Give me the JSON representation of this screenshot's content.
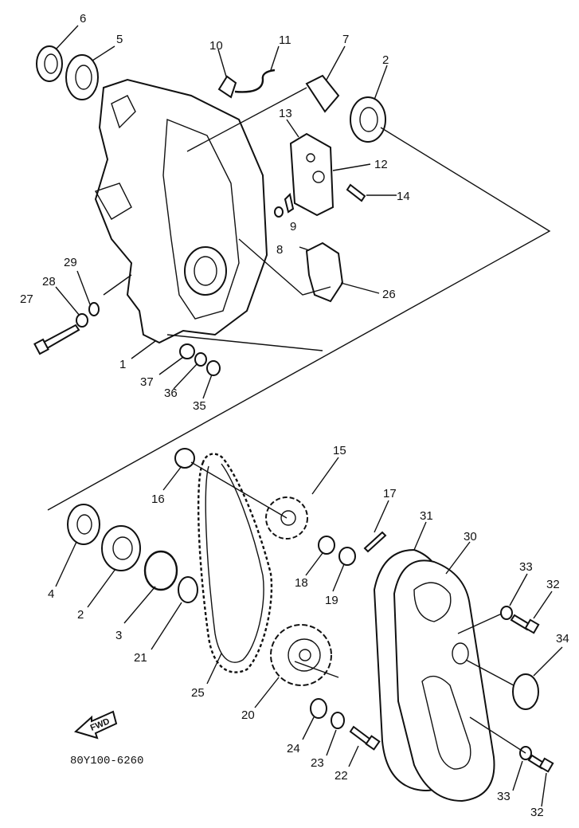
{
  "diagram": {
    "part_labels": [
      {
        "key": "p6",
        "text": "6"
      },
      {
        "key": "p5",
        "text": "5"
      },
      {
        "key": "p10",
        "text": "10"
      },
      {
        "key": "p11",
        "text": "11"
      },
      {
        "key": "p7",
        "text": "7"
      },
      {
        "key": "p2a",
        "text": "2"
      },
      {
        "key": "p13",
        "text": "13"
      },
      {
        "key": "p12",
        "text": "12"
      },
      {
        "key": "p14",
        "text": "14"
      },
      {
        "key": "p9",
        "text": "9"
      },
      {
        "key": "p8",
        "text": "8"
      },
      {
        "key": "p26",
        "text": "26"
      },
      {
        "key": "p29",
        "text": "29"
      },
      {
        "key": "p28",
        "text": "28"
      },
      {
        "key": "p27",
        "text": "27"
      },
      {
        "key": "p1",
        "text": "1"
      },
      {
        "key": "p37",
        "text": "37"
      },
      {
        "key": "p36",
        "text": "36"
      },
      {
        "key": "p35",
        "text": "35"
      },
      {
        "key": "p15",
        "text": "15"
      },
      {
        "key": "p16",
        "text": "16"
      },
      {
        "key": "p17",
        "text": "17"
      },
      {
        "key": "p31",
        "text": "31"
      },
      {
        "key": "p30",
        "text": "30"
      },
      {
        "key": "p4",
        "text": "4"
      },
      {
        "key": "p18",
        "text": "18"
      },
      {
        "key": "p19",
        "text": "19"
      },
      {
        "key": "p33a",
        "text": "33"
      },
      {
        "key": "p32a",
        "text": "32"
      },
      {
        "key": "p2b",
        "text": "2"
      },
      {
        "key": "p3",
        "text": "3"
      },
      {
        "key": "p21",
        "text": "21"
      },
      {
        "key": "p34",
        "text": "34"
      },
      {
        "key": "p25",
        "text": "25"
      },
      {
        "key": "p20",
        "text": "20"
      },
      {
        "key": "p24",
        "text": "24"
      },
      {
        "key": "p23",
        "text": "23"
      },
      {
        "key": "p22",
        "text": "22"
      },
      {
        "key": "p33b",
        "text": "33"
      },
      {
        "key": "p32b",
        "text": "32"
      }
    ],
    "fwd_label": "FWD",
    "drawing_code": "80Y100-6260"
  }
}
